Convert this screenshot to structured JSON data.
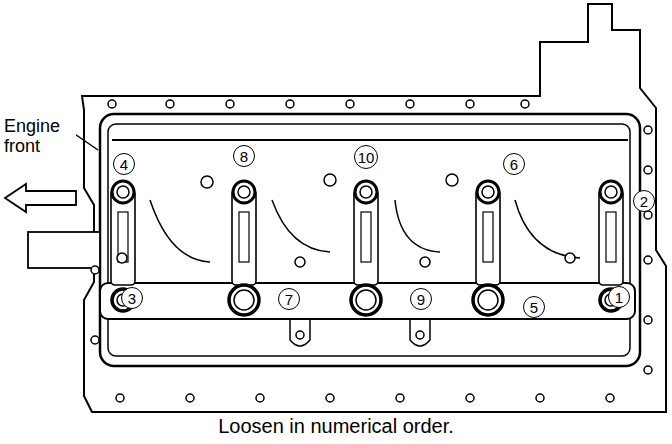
{
  "diagram": {
    "caption": "Loosen in numerical order.",
    "nodes": [
      {
        "text": [
          "4"
        ]
      },
      {
        "text": [
          "8"
        ]
      },
      {
        "text": [
          "10"
        ]
      },
      {
        "text": [
          "6"
        ]
      },
      {
        "text": [
          "2"
        ]
      },
      {
        "text": [
          "3"
        ]
      },
      {
        "text": [
          "7"
        ]
      },
      {
        "text": [
          "9"
        ]
      },
      {
        "text": [
          "5"
        ]
      },
      {
        "text": [
          "1"
        ]
      }
    ],
    "labels": [
      "Engine front"
    ]
  }
}
